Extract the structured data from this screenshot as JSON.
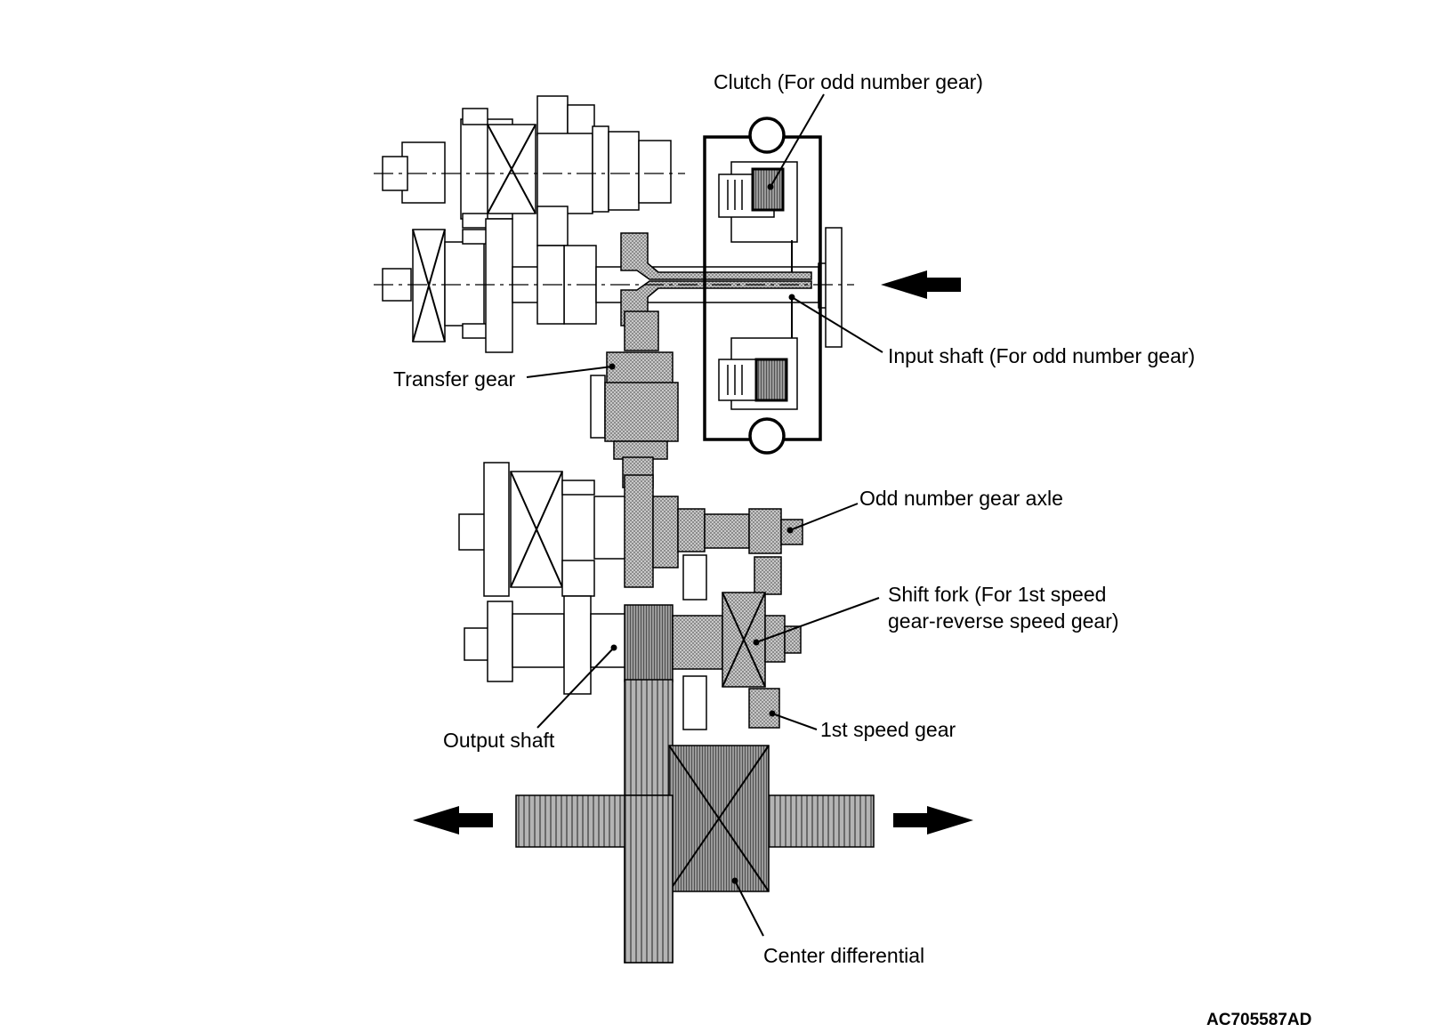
{
  "labels": {
    "clutch": "Clutch (For odd number gear)",
    "input_shaft": "Input shaft (For odd number gear)",
    "transfer_gear": "Transfer gear",
    "odd_axle": "Odd number gear axle",
    "shift_fork_line1": "Shift fork (For 1st speed",
    "shift_fork_line2": "gear-reverse speed gear)",
    "first_gear": "1st speed gear",
    "output_shaft": "Output shaft",
    "center_diff": "Center differential"
  },
  "figure_code": "AC705587AD",
  "colors": {
    "line": "#000000",
    "highlight": "#9a9a9a",
    "highlight_dark": "#6e6e6e"
  }
}
